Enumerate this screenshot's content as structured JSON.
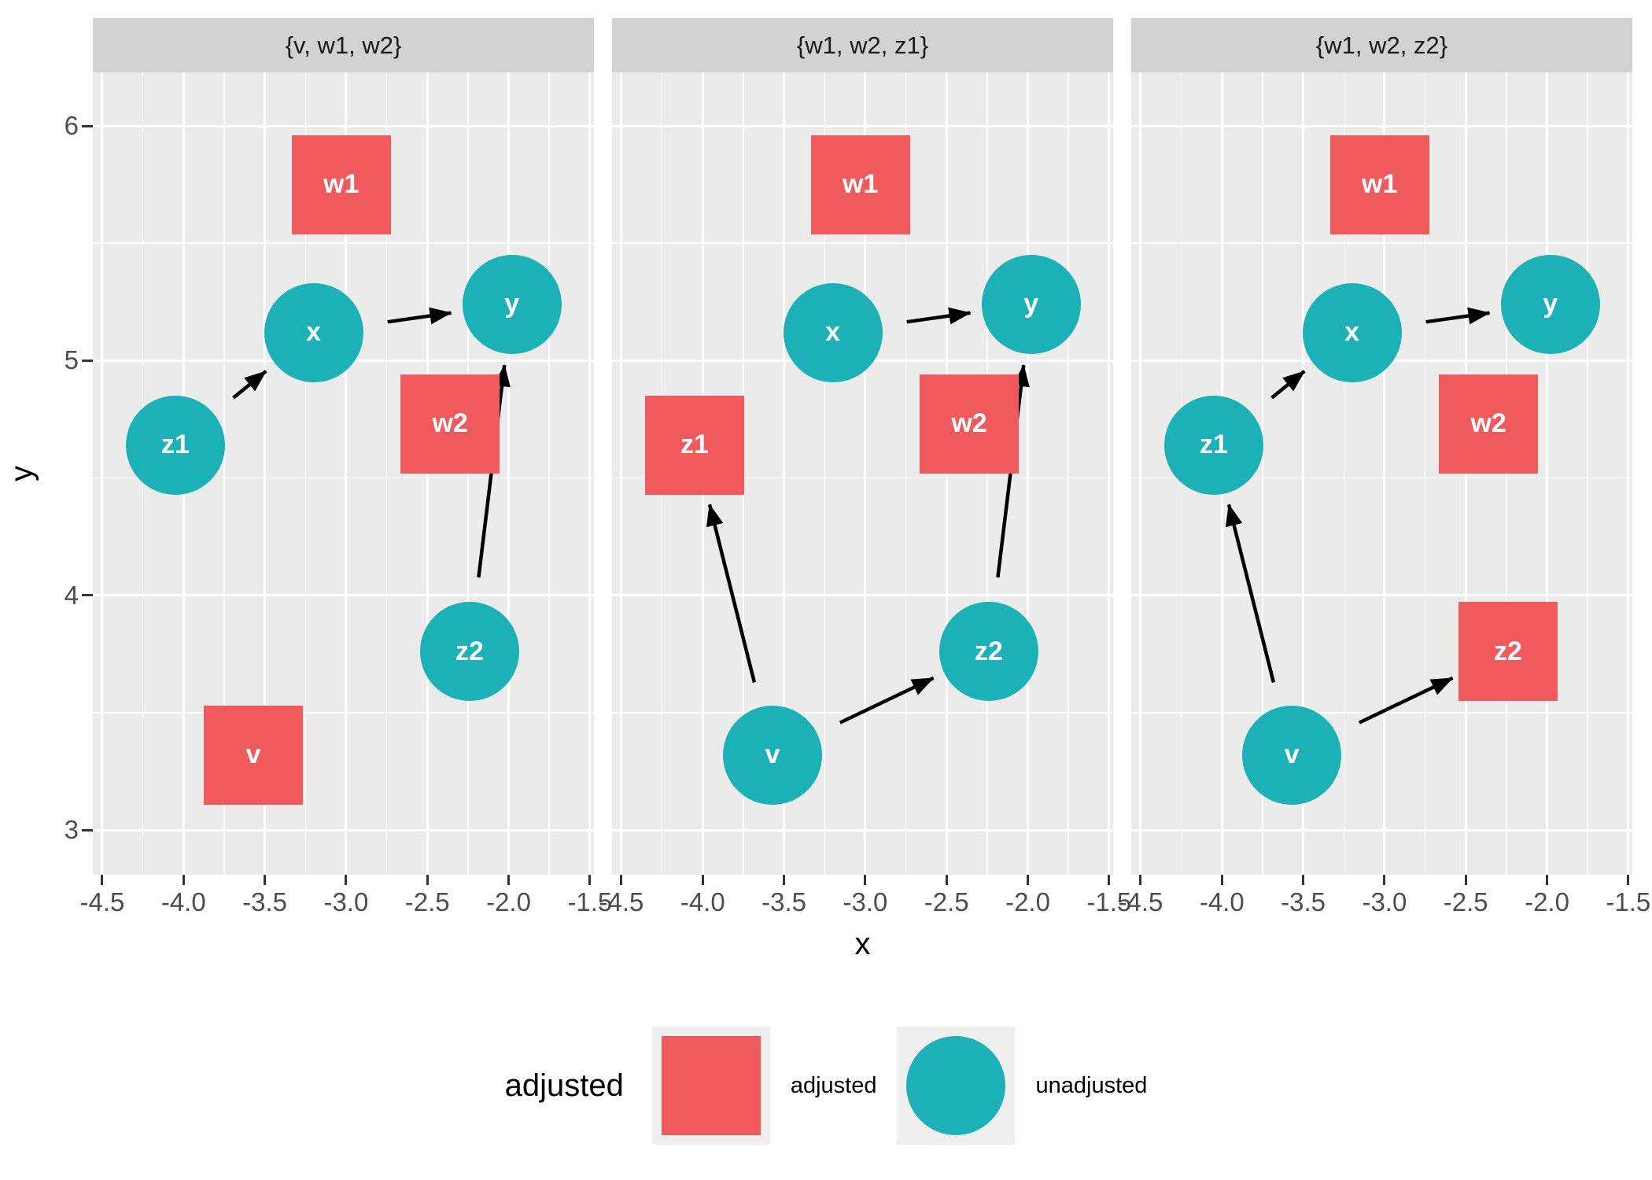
{
  "chart_data": {
    "type": "diagram",
    "subtype": "dag-adjustment-sets-faceted",
    "facets": [
      {
        "label": "{v, w1, w2}",
        "adjusted": [
          "v",
          "w1",
          "w2"
        ],
        "edges": [
          [
            "z1",
            "x"
          ],
          [
            "x",
            "y"
          ],
          [
            "z2",
            "y"
          ]
        ]
      },
      {
        "label": "{w1, w2, z1}",
        "adjusted": [
          "w1",
          "w2",
          "z1"
        ],
        "edges": [
          [
            "x",
            "y"
          ],
          [
            "v",
            "z1"
          ],
          [
            "v",
            "z2"
          ],
          [
            "z2",
            "y"
          ]
        ]
      },
      {
        "label": "{w1, w2, z2}",
        "adjusted": [
          "w1",
          "w2",
          "z2"
        ],
        "edges": [
          [
            "z1",
            "x"
          ],
          [
            "x",
            "y"
          ],
          [
            "v",
            "z1"
          ],
          [
            "v",
            "z2"
          ]
        ]
      }
    ],
    "nodes": [
      {
        "id": "v",
        "x": -3.57,
        "y": 3.32
      },
      {
        "id": "w1",
        "x": -3.03,
        "y": 5.75
      },
      {
        "id": "w2",
        "x": -2.36,
        "y": 4.73
      },
      {
        "id": "x",
        "x": -3.2,
        "y": 5.12
      },
      {
        "id": "y",
        "x": -1.98,
        "y": 5.24
      },
      {
        "id": "z1",
        "x": -4.05,
        "y": 4.64
      },
      {
        "id": "z2",
        "x": -2.24,
        "y": 3.76
      }
    ],
    "x_axis": {
      "title": "x",
      "ticks": [
        -4.5,
        -4.0,
        -3.5,
        -3.0,
        -2.5,
        -2.0,
        -1.5
      ],
      "tick_labels": [
        "-4.5",
        "-4.0",
        "-3.5",
        "-3.0",
        "-2.5",
        "-2.0",
        "-1.5"
      ],
      "minor_ticks": [
        -4.25,
        -3.75,
        -3.25,
        -2.75,
        -2.25,
        -1.75
      ],
      "range": [
        -4.558,
        -1.475
      ]
    },
    "y_axis": {
      "title": "y",
      "ticks": [
        6,
        5,
        4,
        3
      ],
      "tick_labels": [
        "6",
        "5",
        "4",
        "3"
      ],
      "minor_ticks": [
        5.5,
        4.5,
        3.5
      ],
      "range": [
        2.809,
        6.228
      ]
    },
    "legend": {
      "title": "adjusted",
      "items": [
        {
          "label": "adjusted",
          "shape": "square",
          "status": "adjusted"
        },
        {
          "label": "unadjusted",
          "shape": "circle",
          "status": "unadjusted"
        }
      ]
    },
    "colors": {
      "adjusted": "#F05A5C",
      "unadjusted": "#1CB0B7",
      "panel_bg": "#EBEBEB",
      "strip_bg": "#D2D2D2",
      "strip_text": "#1A1A1A",
      "grid": "#FFFFFF",
      "tick_text": "#4D4D4D",
      "tick_mark": "#333333",
      "axis_title": "#000000",
      "node_label": "#FFFFFF",
      "edge": "#000000",
      "legend_key_bg": "#EFEFEF"
    }
  }
}
